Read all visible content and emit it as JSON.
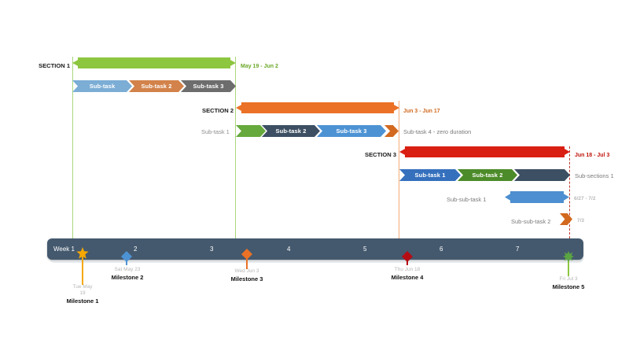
{
  "chart_data": {
    "type": "gantt",
    "title": "",
    "axis": {
      "label_prefix": "Week",
      "ticks": [
        "Week 1",
        "2",
        "3",
        "4",
        "5",
        "6",
        "7"
      ],
      "bar_color": "#44596e",
      "text_color": "#ffffff"
    },
    "rows": [
      {
        "name": "SECTION 1",
        "label_style": "section",
        "bar": {
          "color": "#8dc63f",
          "shape": "both",
          "text": ""
        },
        "date_label": "May 19 - Jun 2",
        "date_color": "#6aa828"
      },
      {
        "name": "",
        "label_style": "none",
        "segments": [
          {
            "text": "Sub-task",
            "color": "#7badd5"
          },
          {
            "text": "Sub-task 2",
            "color": "#d2824a"
          },
          {
            "text": "Sub-task 3",
            "color": "#6d6d6d"
          }
        ]
      },
      {
        "name": "SECTION 2",
        "label_style": "section",
        "bar": {
          "color": "#ea7125",
          "shape": "both",
          "text": ""
        },
        "date_label": "Jun 3 - Jun 17",
        "date_color": "#d2691e"
      },
      {
        "name": "Sub-task 1",
        "label_style": "sub",
        "segments": [
          {
            "text": "",
            "color": "#66a93c"
          },
          {
            "text": "Sub-task 2",
            "color": "#3c4f63"
          },
          {
            "text": "Sub-task 3",
            "color": "#4d93d4"
          },
          {
            "text": "",
            "color": "#d2691e"
          }
        ],
        "trailing_label": "Sub-task 4 - zero duration"
      },
      {
        "name": "SECTION 3",
        "label_style": "section",
        "bar": {
          "color": "#d91f11",
          "shape": "both",
          "text": ""
        },
        "date_label": "Jun 18 - Jul 3",
        "date_color": "#c0150b"
      },
      {
        "name": "",
        "label_style": "none",
        "segments": [
          {
            "text": "Sub-task 1",
            "color": "#3570bd"
          },
          {
            "text": "Sub-task 2",
            "color": "#4c8b29"
          },
          {
            "text": "",
            "color": "#3c4f63"
          }
        ],
        "trailing_label": "Sub-sections 1"
      },
      {
        "name": "Sub-sub-task 1",
        "label_style": "plain",
        "bar": {
          "color": "#4d8fd0",
          "shape": "both",
          "text": ""
        },
        "date_label": "6/27 - 7/2",
        "date_color": "#bcbcbc"
      },
      {
        "name": "Sub-sub-task 2",
        "label_style": "plain",
        "bar": {
          "color": "#d2691e",
          "shape": "tiny",
          "text": ""
        },
        "date_label": "7/3",
        "date_color": "#bcbcbc"
      }
    ],
    "milestones": [
      {
        "name": "Milestone 1",
        "date": "Tue May 19",
        "color": "#f5a800",
        "glyph": "star",
        "stem": "#f5a800"
      },
      {
        "name": "Milestone 2",
        "date": "Sat May 23",
        "color": "#4d93d4",
        "glyph": "diamond",
        "stem": "#4d93d4"
      },
      {
        "name": "Milestone 3",
        "date": "Wed Jun 3",
        "color": "#ea7125",
        "glyph": "diamond",
        "stem": "#ea7125"
      },
      {
        "name": "Milestone 4",
        "date": "Thu Jun 18",
        "color": "#b50d14",
        "glyph": "diamond",
        "stem": "#b50d14"
      },
      {
        "name": "Milestone 5",
        "date": "Fri Jul 3",
        "color": "#5aa542",
        "glyph": "burst",
        "stem": "#8dc63f"
      }
    ],
    "guide_lines": [
      {
        "color": "#9ccd67",
        "style": "solid",
        "name": "section1-start"
      },
      {
        "color": "#9ccd67",
        "style": "solid",
        "name": "section1-end"
      },
      {
        "color": "#f0a56a",
        "style": "solid",
        "name": "section2-end"
      },
      {
        "color": "#c0392b",
        "style": "dashed",
        "name": "section3-end"
      }
    ]
  },
  "labels": {
    "section1": "SECTION 1",
    "section1_date": "May 19 - Jun 2",
    "r1_s1": "Sub-task",
    "r1_s2": "Sub-task 2",
    "r1_s3": "Sub-task 3",
    "section2": "SECTION 2",
    "section2_date": "Jun 3 - Jun 17",
    "r2_name": "Sub-task 1",
    "r2_s2": "Sub-task 2",
    "r2_s3": "Sub-task 3",
    "r2_trailing": "Sub-task 4 - zero duration",
    "section3": "SECTION 3",
    "section3_date": "Jun 18 - Jul 3",
    "r3_s1": "Sub-task 1",
    "r3_s2": "Sub-task 2",
    "r3_trailing": "Sub-sections 1",
    "r4_name": "Sub-sub-task 1",
    "r4_date": "6/27 - 7/2",
    "r5_name": "Sub-sub-task 2",
    "r5_date": "7/3",
    "week1": "Week 1",
    "week2": "2",
    "week3": "3",
    "week4": "4",
    "week5": "5",
    "week6": "6",
    "week7": "7",
    "ms1_date": "Tue May 19",
    "ms1_name": "Milestone 1",
    "ms2_date": "Sat May 23",
    "ms2_name": "Milestone 2",
    "ms3_date": "Wed Jun 3",
    "ms3_name": "Milestone 3",
    "ms4_date": "Thu Jun 18",
    "ms4_name": "Milestone 4",
    "ms5_date": "Fri Jul 3",
    "ms5_name": "Milestone 5"
  }
}
